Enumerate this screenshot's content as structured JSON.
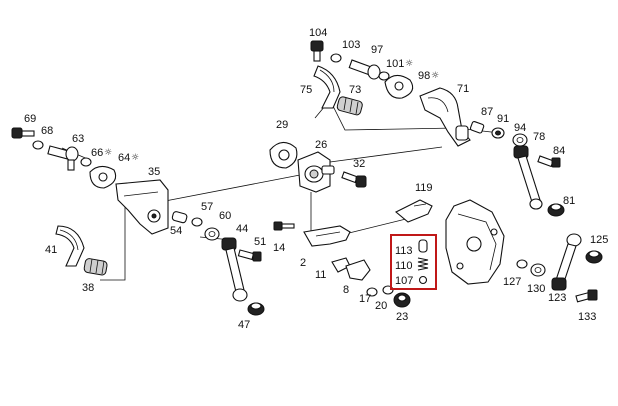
{
  "diagram": {
    "highlight_color": "#c01818",
    "callouts": [
      {
        "id": "104",
        "text": "104"
      },
      {
        "id": "103",
        "text": "103"
      },
      {
        "id": "97",
        "text": "97"
      },
      {
        "id": "101",
        "text": "101",
        "star": true
      },
      {
        "id": "98",
        "text": "98",
        "star": true
      },
      {
        "id": "75",
        "text": "75"
      },
      {
        "id": "73",
        "text": "73"
      },
      {
        "id": "71",
        "text": "71"
      },
      {
        "id": "87",
        "text": "87"
      },
      {
        "id": "91",
        "text": "91"
      },
      {
        "id": "94",
        "text": "94"
      },
      {
        "id": "78",
        "text": "78"
      },
      {
        "id": "84",
        "text": "84"
      },
      {
        "id": "81",
        "text": "81"
      },
      {
        "id": "69",
        "text": "69"
      },
      {
        "id": "68",
        "text": "68"
      },
      {
        "id": "63",
        "text": "63"
      },
      {
        "id": "66",
        "text": "66",
        "star": true
      },
      {
        "id": "64",
        "text": "64",
        "star": true
      },
      {
        "id": "29",
        "text": "29"
      },
      {
        "id": "26",
        "text": "26"
      },
      {
        "id": "32",
        "text": "32"
      },
      {
        "id": "35",
        "text": "35"
      },
      {
        "id": "57",
        "text": "57"
      },
      {
        "id": "60",
        "text": "60"
      },
      {
        "id": "54",
        "text": "54"
      },
      {
        "id": "44",
        "text": "44"
      },
      {
        "id": "51",
        "text": "51"
      },
      {
        "id": "14",
        "text": "14"
      },
      {
        "id": "2",
        "text": "2"
      },
      {
        "id": "119",
        "text": "119"
      },
      {
        "id": "41",
        "text": "41"
      },
      {
        "id": "38",
        "text": "38"
      },
      {
        "id": "47",
        "text": "47"
      },
      {
        "id": "11",
        "text": "11"
      },
      {
        "id": "8",
        "text": "8"
      },
      {
        "id": "17",
        "text": "17"
      },
      {
        "id": "20",
        "text": "20"
      },
      {
        "id": "23",
        "text": "23"
      },
      {
        "id": "113",
        "text": "113"
      },
      {
        "id": "110",
        "text": "110"
      },
      {
        "id": "107",
        "text": "107"
      },
      {
        "id": "125",
        "text": "125"
      },
      {
        "id": "127",
        "text": "127"
      },
      {
        "id": "130",
        "text": "130"
      },
      {
        "id": "123",
        "text": "123"
      },
      {
        "id": "133",
        "text": "133"
      }
    ]
  }
}
